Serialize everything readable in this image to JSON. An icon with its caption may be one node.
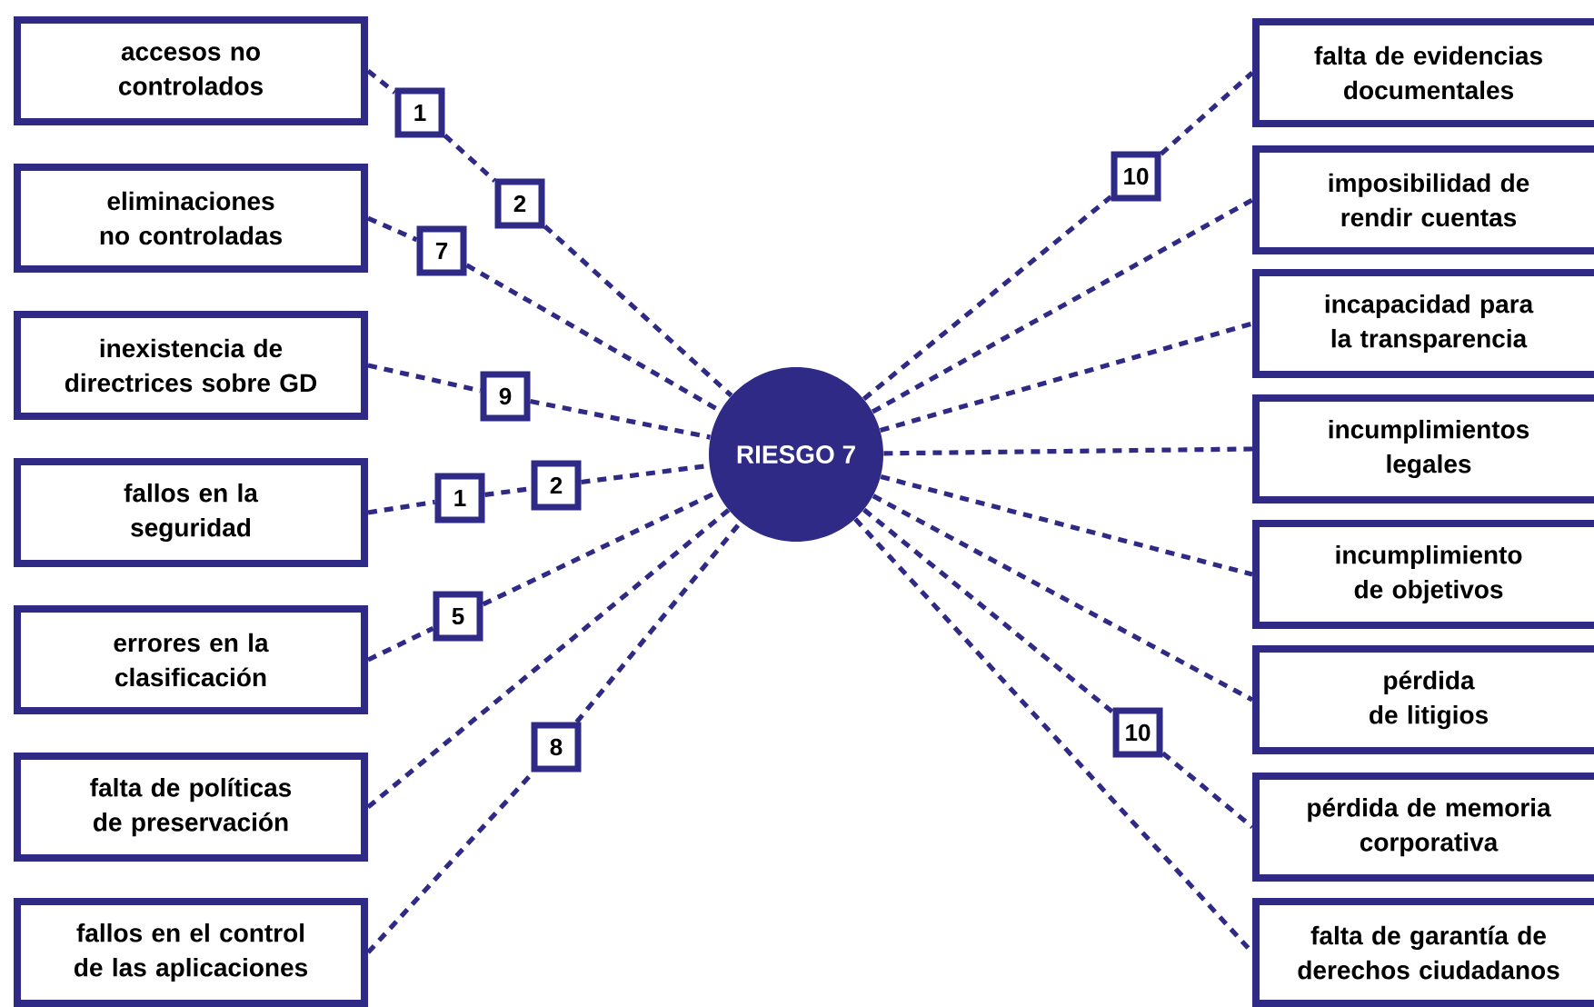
{
  "diagram": {
    "nodes": [
      {
        "text": [
          "accesos no controlados"
        ]
      },
      {
        "text": [
          "eliminaciones no controladas"
        ]
      },
      {
        "text": [
          "inexistencia de directrices sobre GD"
        ]
      },
      {
        "text": [
          "fallos en la seguridad"
        ]
      },
      {
        "text": [
          "errores en la clasificación"
        ]
      },
      {
        "text": [
          "falta de políticas de preservación"
        ]
      },
      {
        "text": [
          "fallos en el control de las aplicaciones"
        ]
      },
      {
        "text": [
          "RIESGO 7"
        ]
      },
      {
        "text": [
          "falta de evidencias documentales"
        ]
      },
      {
        "text": [
          "imposibilidad de rendir cuentas"
        ]
      },
      {
        "text": [
          "incapacidad para la transparencia"
        ]
      },
      {
        "text": [
          "incumplimientos legales"
        ]
      },
      {
        "text": [
          "incumplimiento de objetivos"
        ]
      },
      {
        "text": [
          "pérdida de litigios"
        ]
      },
      {
        "text": [
          "pérdida de memoria corporativa"
        ]
      },
      {
        "text": [
          "falta de garantía de derechos ciudadanos"
        ]
      },
      {
        "text": [
          "1"
        ]
      },
      {
        "text": [
          "2"
        ]
      },
      {
        "text": [
          "7"
        ]
      },
      {
        "text": [
          "9"
        ]
      },
      {
        "text": [
          "1"
        ]
      },
      {
        "text": [
          "2"
        ]
      },
      {
        "text": [
          "5"
        ]
      },
      {
        "text": [
          "8"
        ]
      },
      {
        "text": [
          "10"
        ]
      },
      {
        "text": [
          "10"
        ]
      }
    ],
    "edges": [
      {
        "from": 0,
        "to": 16,
        "arrow": "none",
        "style": "dashed"
      },
      {
        "from": 16,
        "to": 17,
        "arrow": "none",
        "style": "dashed"
      },
      {
        "from": 17,
        "to": 7,
        "arrow": "none",
        "style": "dashed"
      },
      {
        "from": 1,
        "to": 18,
        "arrow": "none",
        "style": "dashed"
      },
      {
        "from": 18,
        "to": 7,
        "arrow": "none",
        "style": "dashed"
      },
      {
        "from": 2,
        "to": 19,
        "arrow": "none",
        "style": "dashed"
      },
      {
        "from": 19,
        "to": 7,
        "arrow": "none",
        "style": "dashed"
      },
      {
        "from": 3,
        "to": 20,
        "arrow": "none",
        "style": "dashed"
      },
      {
        "from": 20,
        "to": 21,
        "arrow": "none",
        "style": "dashed"
      },
      {
        "from": 21,
        "to": 7,
        "arrow": "none",
        "style": "dashed"
      },
      {
        "from": 4,
        "to": 22,
        "arrow": "none",
        "style": "dashed"
      },
      {
        "from": 22,
        "to": 7,
        "arrow": "none",
        "style": "dashed"
      },
      {
        "from": 5,
        "to": 7,
        "arrow": "none",
        "style": "dashed"
      },
      {
        "from": 6,
        "to": 23,
        "arrow": "none",
        "style": "dashed"
      },
      {
        "from": 23,
        "to": 7,
        "arrow": "none",
        "style": "dashed"
      },
      {
        "from": 7,
        "to": 24,
        "arrow": "none",
        "style": "dashed"
      },
      {
        "from": 24,
        "to": 8,
        "arrow": "none",
        "style": "dashed"
      },
      {
        "from": 7,
        "to": 9,
        "arrow": "none",
        "style": "dashed"
      },
      {
        "from": 7,
        "to": 10,
        "arrow": "none",
        "style": "dashed"
      },
      {
        "from": 7,
        "to": 11,
        "arrow": "none",
        "style": "dashed"
      },
      {
        "from": 7,
        "to": 12,
        "arrow": "none",
        "style": "dashed"
      },
      {
        "from": 7,
        "to": 13,
        "arrow": "none",
        "style": "dashed"
      },
      {
        "from": 7,
        "to": 25,
        "arrow": "none",
        "style": "dashed"
      },
      {
        "from": 25,
        "to": 14,
        "arrow": "none",
        "style": "dashed"
      },
      {
        "from": 7,
        "to": 15,
        "arrow": "none",
        "style": "dashed"
      }
    ]
  }
}
